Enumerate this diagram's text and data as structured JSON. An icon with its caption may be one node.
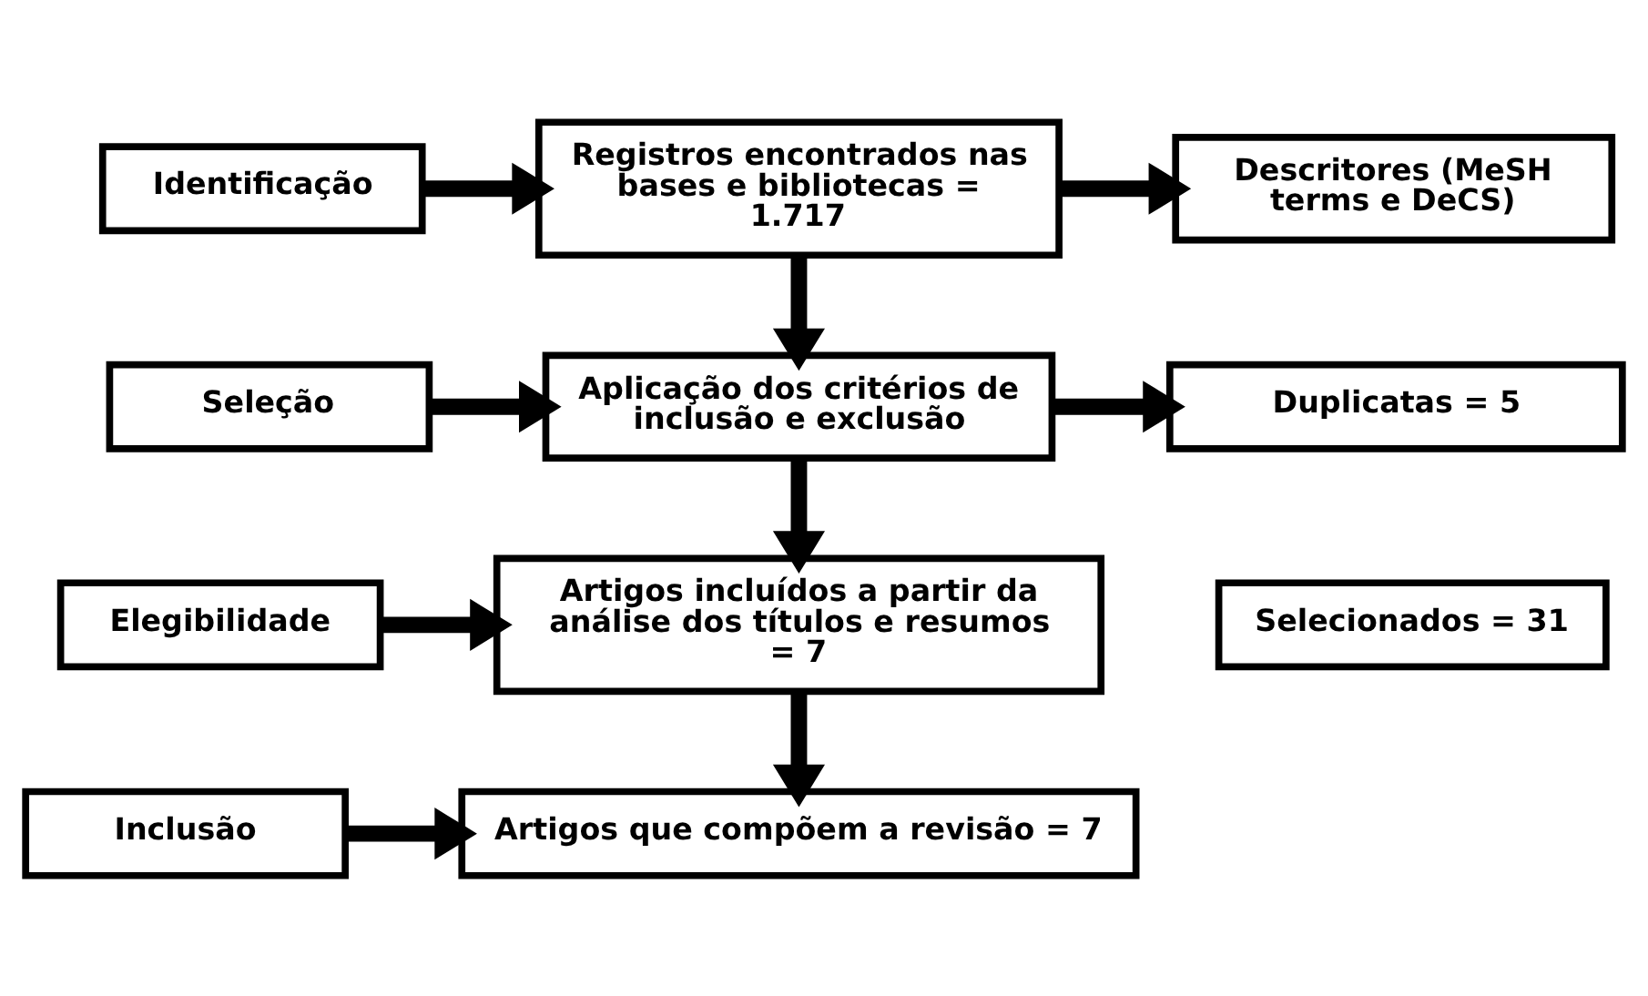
{
  "diagram": {
    "nodes": [
      {
        "text": [
          "Identificação"
        ]
      },
      {
        "text": [
          "Registros encontrados nas bases e bibliotecas = 1.717"
        ]
      },
      {
        "text": [
          "Descritores (MeSH terms e DeCS)"
        ]
      },
      {
        "text": [
          "Seleção"
        ]
      },
      {
        "text": [
          "Aplicação dos critérios de inclusão e exclusão"
        ]
      },
      {
        "text": [
          "Duplicatas = 5"
        ]
      },
      {
        "text": [
          "Selecionados = 31"
        ]
      },
      {
        "text": [
          "Elegibilidade"
        ]
      },
      {
        "text": [
          "Artigos incluídos a partir da análise dos títulos e resumos = 7"
        ]
      },
      {
        "text": [
          "Inclusão"
        ]
      },
      {
        "text": [
          "Artigos que compõem a revisão = 7"
        ]
      }
    ],
    "edges": [
      {
        "from": 0,
        "to": 1,
        "arrow": "to"
      },
      {
        "from": 1,
        "to": 2,
        "arrow": "to"
      },
      {
        "from": 1,
        "to": 4,
        "arrow": "to"
      },
      {
        "from": 3,
        "to": 4,
        "arrow": "to"
      },
      {
        "from": 4,
        "to": 5,
        "arrow": "to"
      },
      {
        "from": 4,
        "to": 8,
        "arrow": "to"
      },
      {
        "from": 7,
        "to": 8,
        "arrow": "to"
      },
      {
        "from": 8,
        "to": 10,
        "arrow": "to"
      },
      {
        "from": 9,
        "to": 10,
        "arrow": "to"
      }
    ]
  }
}
